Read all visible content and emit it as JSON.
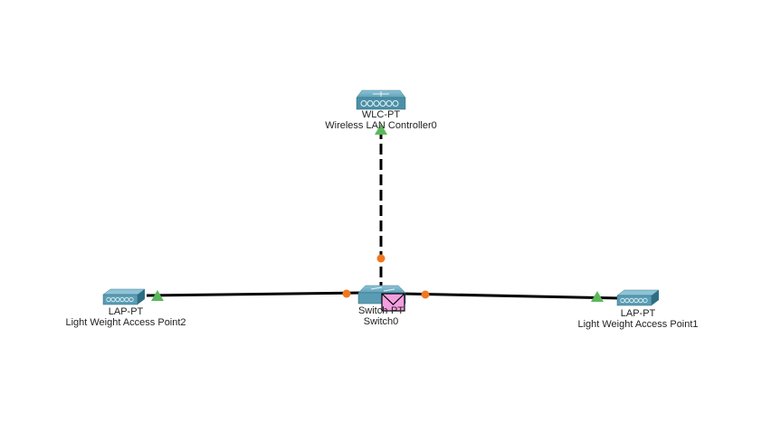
{
  "devices": [
    {
      "id": "wlc",
      "model": "WLC-PT",
      "name": "Wireless LAN Controller0",
      "icon": "wireless-lan-controller-icon"
    },
    {
      "id": "switch",
      "model": "Switch-PT",
      "name": "Switch0",
      "icon": "switch-icon"
    },
    {
      "id": "lap2",
      "model": "LAP-PT",
      "name": "Light Weight Access Point2",
      "icon": "access-point-icon"
    },
    {
      "id": "lap1",
      "model": "LAP-PT",
      "name": "Light Weight Access Point1",
      "icon": "access-point-icon"
    }
  ],
  "links": [
    {
      "from": "wlc",
      "to": "switch",
      "style": "dashed",
      "from_status": "up",
      "to_status": "blocking"
    },
    {
      "from": "switch",
      "to": "lap2",
      "style": "solid",
      "from_status": "blocking",
      "to_status": "up"
    },
    {
      "from": "switch",
      "to": "lap1",
      "style": "solid",
      "from_status": "blocking",
      "to_status": "up"
    }
  ],
  "status_colors": {
    "up": "#5cb85c",
    "blocking": "#f07820"
  },
  "pdu": {
    "icon": "envelope-icon",
    "color": "#f49ee0",
    "at": "switch"
  }
}
